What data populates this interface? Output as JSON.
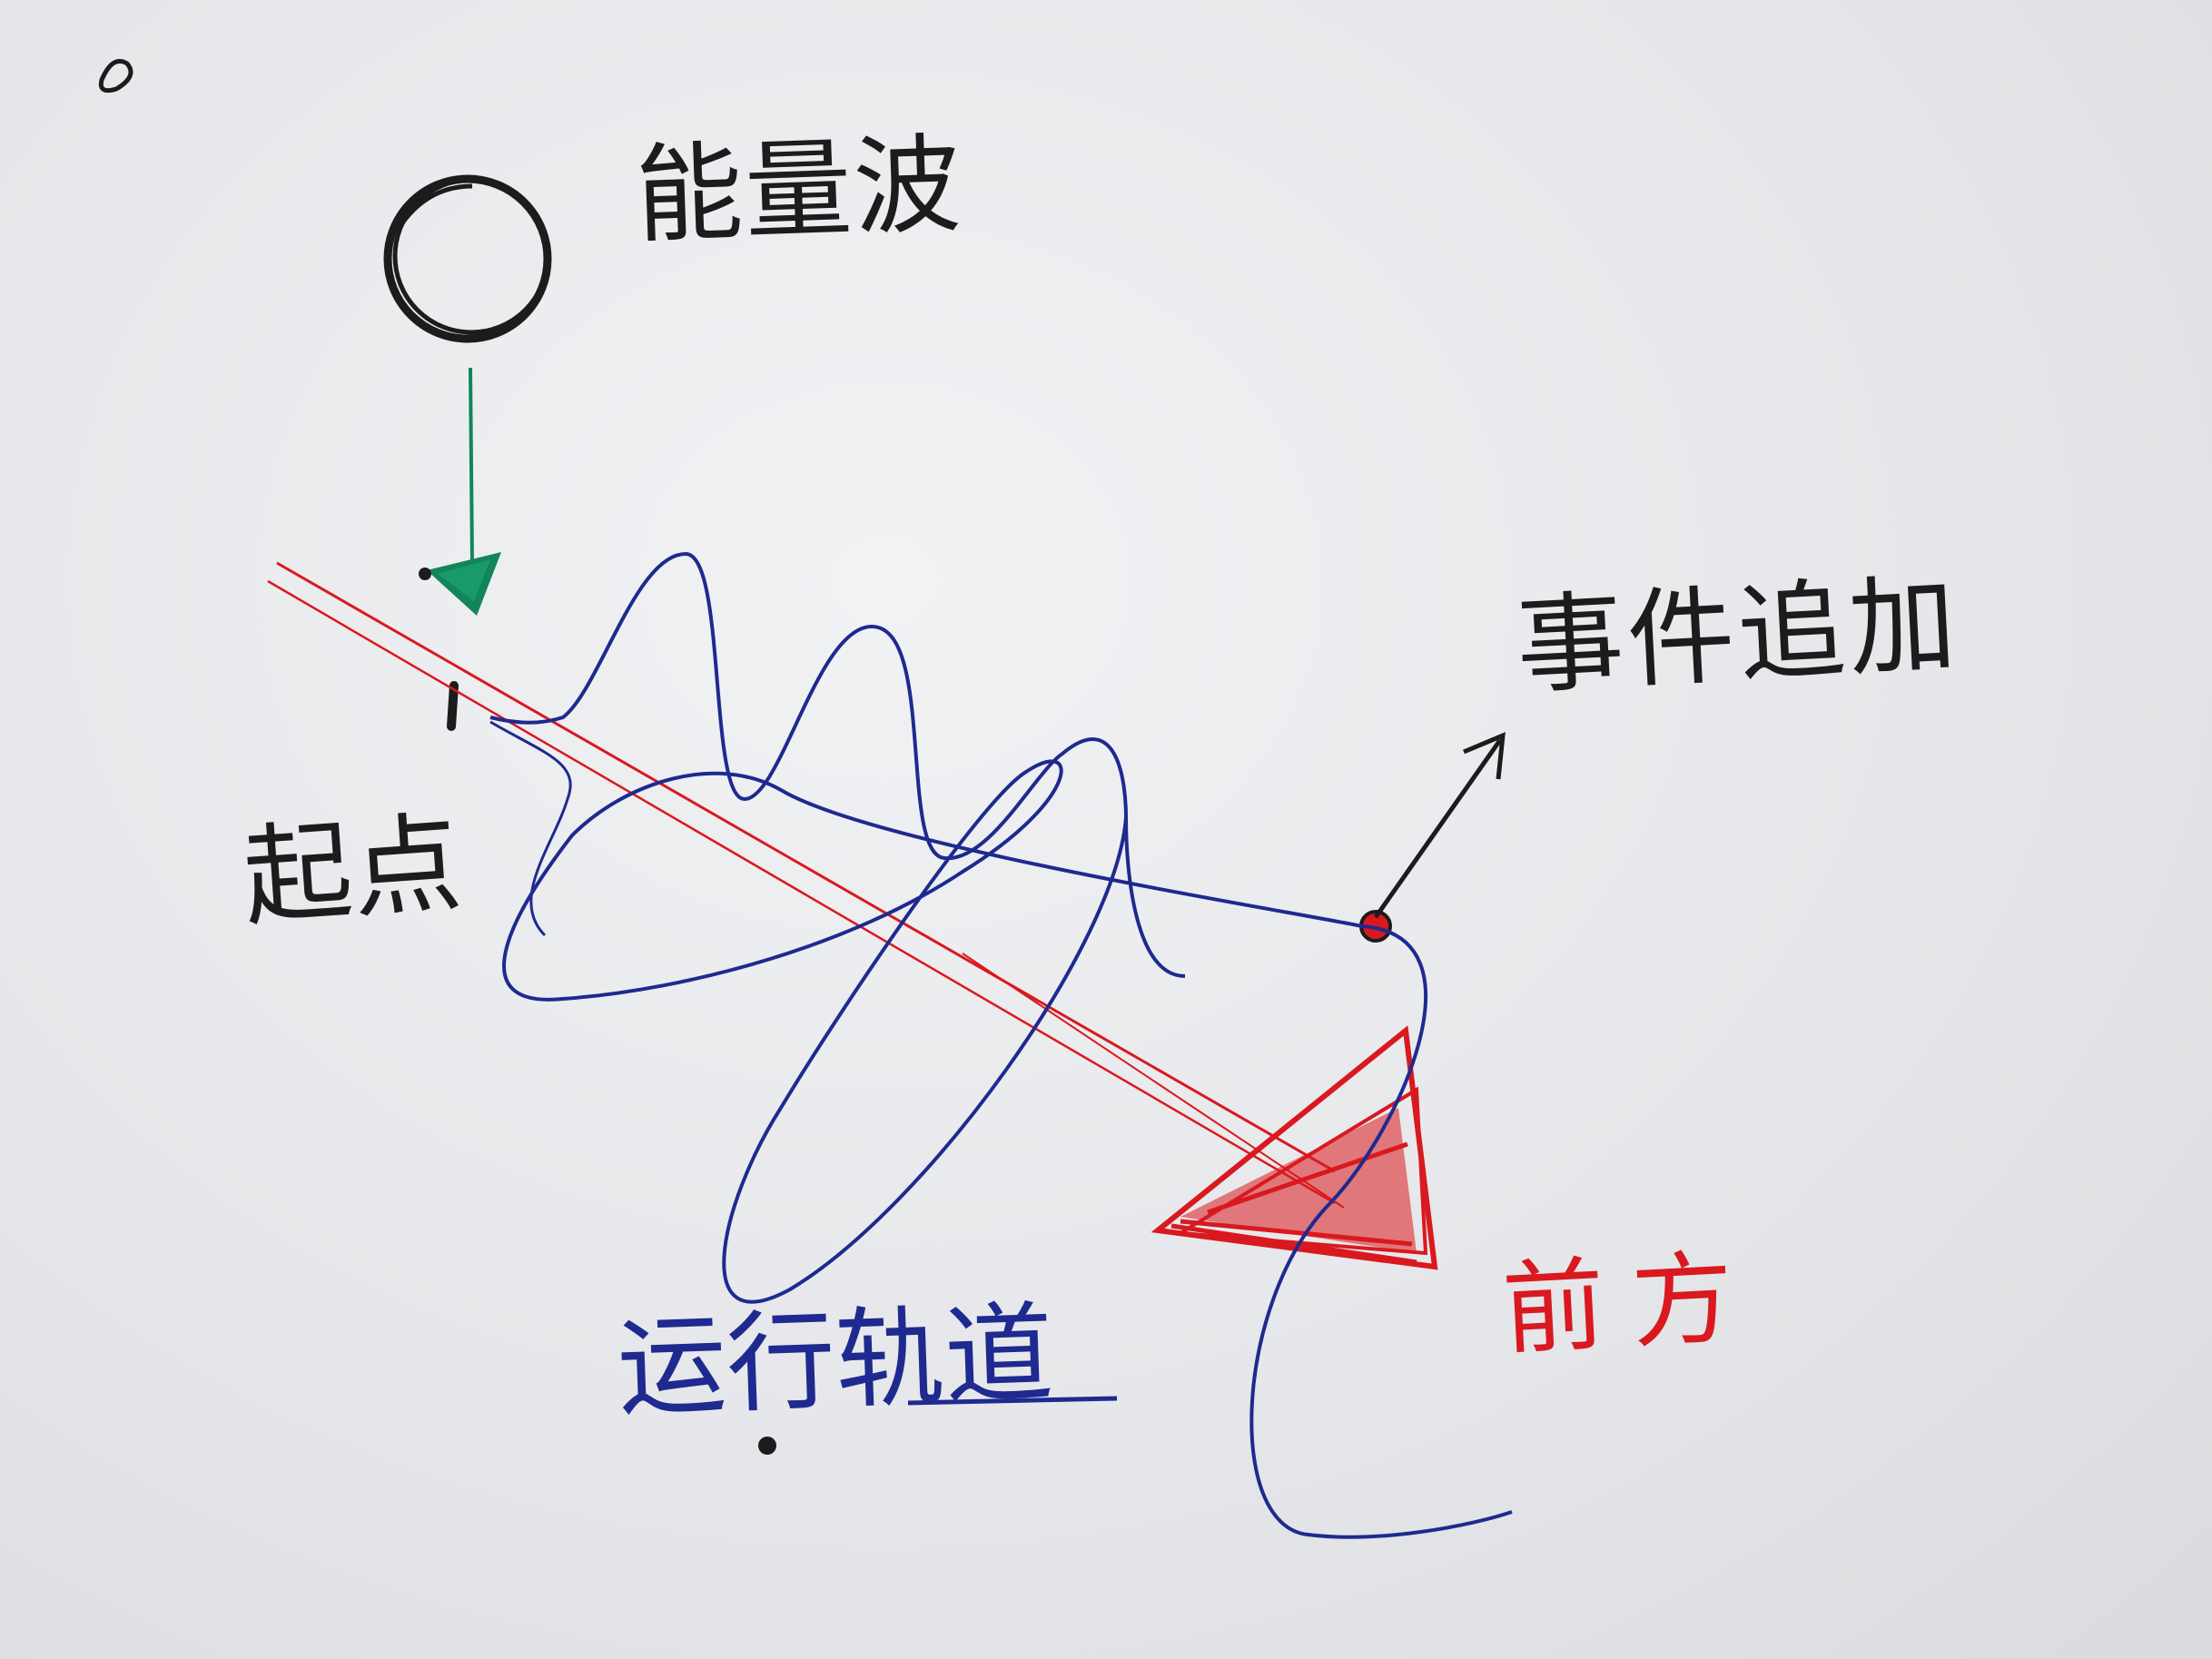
{
  "labels": {
    "energy_wave": "能量波",
    "start_point": "起点",
    "event_added": "事件追加",
    "orbit": "运行轨道",
    "ahead": "前方"
  },
  "colors": {
    "paper": "#eceef0",
    "black_ink": "#1c1c1c",
    "blue_ink": "#1e2a8f",
    "red_ink": "#d9191f",
    "green_ink": "#12855b"
  },
  "icons": {
    "energy_source": "circle-icon",
    "downward_arrow": "arrow-down-icon",
    "direction_arrow": "triangle-arrowhead-icon",
    "event_pointer": "arrow-up-right-icon"
  }
}
